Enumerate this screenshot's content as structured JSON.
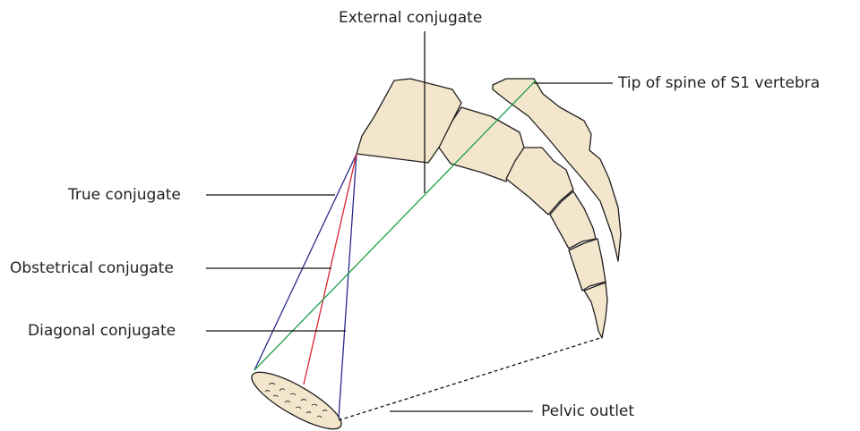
{
  "labels": {
    "external_conjugate": "External conjugate",
    "tip_of_spine": "Tip of spine of S1 vertebra",
    "true_conjugate": "True conjugate",
    "obstetrical_conjugate": "Obstetrical conjugate",
    "diagonal_conjugate": "Diagonal conjugate",
    "pelvic_outlet": "Pelvic outlet"
  },
  "colors": {
    "true_conjugate_line": "#2b2b8c",
    "obstetrical_conjugate_line": "#d8252e",
    "diagonal_conjugate_line": "#1f9e4a",
    "external_conjugate_line": "#111111",
    "bone_fill": "#f4e6cc",
    "bone_outline": "#1f1f1f",
    "pelvic_outlet_line": "#111111"
  }
}
